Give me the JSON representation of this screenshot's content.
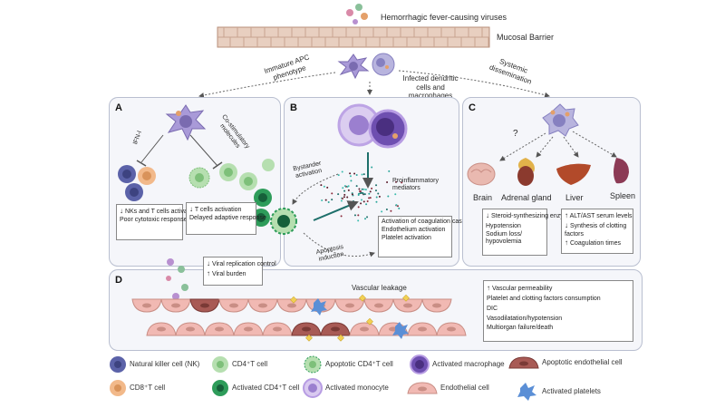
{
  "header": {
    "viruses": "Hemorrhagic fever-causing viruses",
    "barrier": "Mucosal Barrier",
    "apc": "Immature APC phenotype",
    "infected": "Infected dendritic cells and macrophages",
    "systemic": "Systemic dissemination"
  },
  "panelA": {
    "letter": "A",
    "ifn": "IFN-I",
    "costim": "Co-stimulatory molecules",
    "box1": [
      "NKs and T cells activation",
      "Poor cytotoxic response"
    ],
    "box2": [
      "T cells activation",
      "Delayed adaptive response"
    ]
  },
  "panelB": {
    "letter": "B",
    "bystander": "Bystander activation",
    "proinflam": "Proinflammatory mediators",
    "apoptosis": "Apoptosis induction",
    "box": [
      "Activation of coagulation cascade",
      "Endothelium activation",
      "Platelet activation"
    ]
  },
  "panelC": {
    "letter": "C",
    "question": "?",
    "organs": [
      "Brain",
      "Adrenal gland",
      "Liver",
      "Spleen"
    ],
    "box1": [
      "Steroid-synthesizing enzymes",
      "Hypotension",
      "Sodium loss/ hypovolemia"
    ],
    "box2": [
      "ALT/AST serum levels",
      "Synthesis of clotting factors",
      "Coagulation times"
    ]
  },
  "panelD": {
    "letter": "D",
    "viral": [
      "Viral replication control",
      "Viral burden"
    ],
    "leakage": "Vascular leakage",
    "box": [
      "Vascular permeability",
      "Platelet and clotting factors consumption",
      "DIC",
      "Vasodilatation/hypotension",
      "Multiorgan failure/death"
    ]
  },
  "legend": {
    "nk": "Natural killer cell (NK)",
    "cd8": "CD8⁺T cell",
    "cd4": "CD4⁺T cell",
    "cd4act": "Activated CD4⁺T cell",
    "cd4apo": "Apoptotic CD4⁺T cell",
    "monocyte": "Activated monocyte",
    "macrophage": "Activated macrophage",
    "endothelial": "Endothelial cell",
    "apoendo": "Apoptotic endothelial cell",
    "platelets": "Activated platelets"
  },
  "colors": {
    "nk": "#5b62a8",
    "cd8": "#f2b98a",
    "cd4": "#b6dfb0",
    "cd4act": "#2e9c5a",
    "macrophage": "#8c6bc4",
    "monocyte": "#c8b5e6",
    "endothelial": "#f1b9b3",
    "apoendo": "#a85a55",
    "platelets": "#5b8fd6"
  }
}
